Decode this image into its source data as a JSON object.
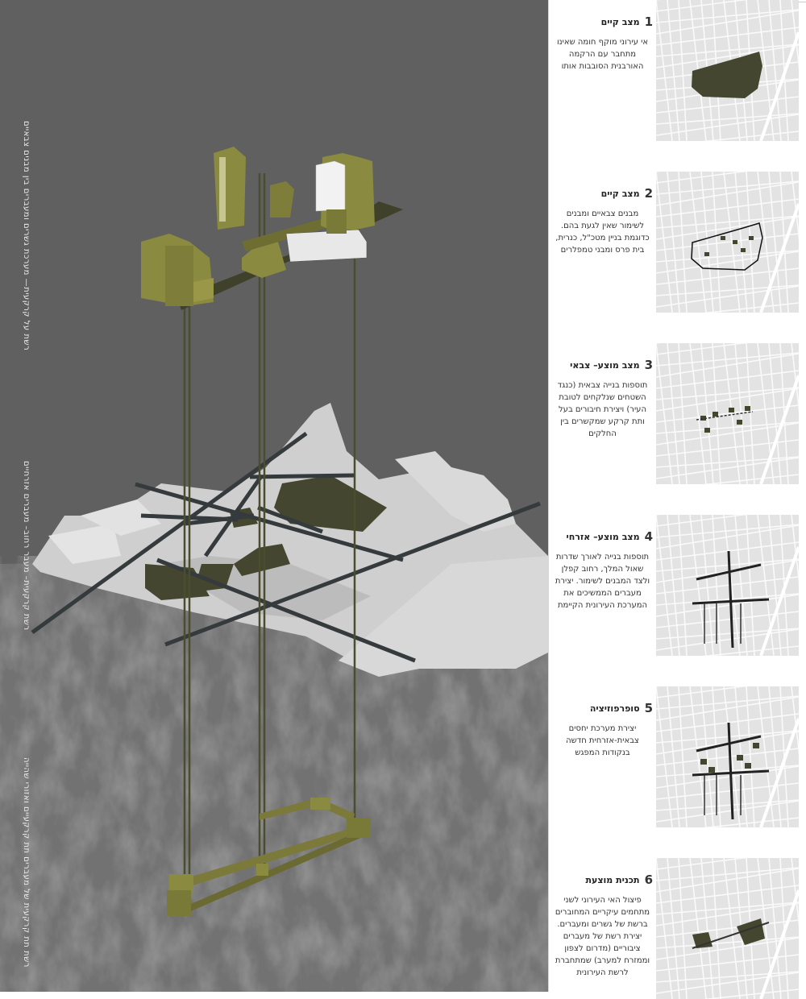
{
  "layer_labels": {
    "upper": "רשת על קרקעית— מערכת גשרים ומעברים בין מבנים צבאיים",
    "ground": "רשת קרקעית– מעבר רחוב– מעברים אזרחיים",
    "underground": "רשת תת קרקעית של מעברים תת קרקעיים ואזורי שהייה"
  },
  "steps": [
    {
      "number": "1",
      "title": "מצב קיים",
      "text": "אי עירוני מוקף חומה שאינו מתחבר עם הרקמה האורבנית הסובבות אותו"
    },
    {
      "number": "2",
      "title": "מצב קיים",
      "text": "מבנים צבאיים ומבנים לשימור שאין לגעת בהם. כדוגמת בניין מטכ\"ל, כנרית, בית פרס ומבני טמפלרים"
    },
    {
      "number": "3",
      "title": "מצב מוצע– צבאי",
      "text": "תוספות בנייה צבאית (כנגד השטחים שנלקחים לטובת העיר) ויצירת חיבורים בעל ותת קרקע שמקשרים בין החלקים"
    },
    {
      "number": "4",
      "title": "מצב מוצע– אזרחי",
      "text": "תוספות בנייה לאורך שדרות שאול המלך, רחוב קפלן ולצד המבנים לשימור. יצירת מעברים הממשיכים את המערכת העירונית הקיימת"
    },
    {
      "number": "5",
      "title": "סופרפוזיציה",
      "text": "יצירת מערכת יחסים צבאית-אזרחית חדשה בנקודות המפגש"
    },
    {
      "number": "6",
      "title": "תכנית מוצעת",
      "text": "פיצול האי העירוני לשני מתחמים עיקריים המחוברים ברשת של גשרים ומעברים. יצירת רשת של מעברים ציבוריים (מדרום לצפון וממזרח למערב) שמתחברת לרשת העירונית"
    }
  ],
  "colors": {
    "sky": "#606060",
    "ground": "#6e6e6e",
    "olive": "#8a8a40",
    "dark_olive": "#44462f",
    "road": "#353a3c",
    "plan": "#d4d4d4"
  }
}
